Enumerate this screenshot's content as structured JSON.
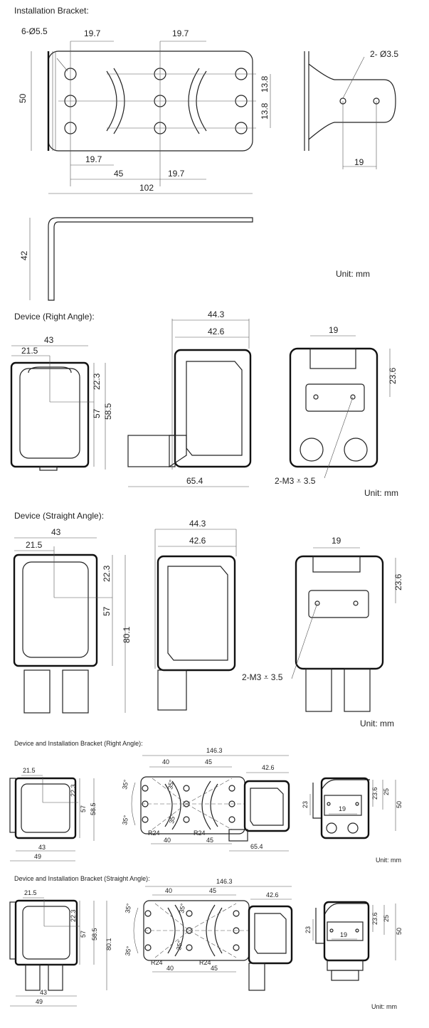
{
  "titles": {
    "installation_bracket": "Installation Bracket:",
    "device_right": "Device (Right Angle):",
    "device_straight": "Device (Straight Angle):",
    "device_bracket_right": "Device and Installation Bracket (Right Angle):",
    "device_bracket_straight": "Device and Installation Bracket (Straight Angle):"
  },
  "unit_label": "Unit: mm",
  "bracket": {
    "holes": "6-Ø5.5",
    "hole_pitch_top": "19.7",
    "hole_pitch_top2": "19.7",
    "height": "50",
    "row_pitch_1": "13.8",
    "row_pitch_2": "13.8",
    "bottom_1": "19.7",
    "bottom_45": "45",
    "bottom_2": "19.7",
    "length": "102",
    "side_holes": "2- Ø3.5",
    "side_19": "19",
    "profile_height": "42"
  },
  "right": {
    "w43": "43",
    "w21_5": "21.5",
    "h22_3": "22.3",
    "h57": "57",
    "h58_5": "58.5",
    "d44_3": "44.3",
    "d42_6": "42.6",
    "d65_4": "65.4",
    "b19": "19",
    "b23_6": "23.6",
    "m3": "2-M3 ⩡ 3.5"
  },
  "straight": {
    "w43": "43",
    "w21_5": "21.5",
    "h22_3": "22.3",
    "h57": "57",
    "h80_1": "80.1",
    "d44_3": "44.3",
    "d42_6": "42.6",
    "b19": "19",
    "b23_6": "23.6",
    "m3": "2-M3 ⩡ 3.5"
  },
  "combo_right": {
    "w21_5": "21.5",
    "h22_3": "22.3",
    "h57": "57",
    "h58_5": "58.5",
    "w43": "43",
    "w49": "49",
    "total": "146.3",
    "t40": "40",
    "t45": "45",
    "t42_6": "42.6",
    "a35a": "35°",
    "a35b": "35°",
    "a35c": "35°",
    "a35d": "35°",
    "r24a": "R24",
    "r24b": "R24",
    "b40": "40",
    "b45": "45",
    "b65_4": "65.4",
    "s23": "23",
    "s19": "19",
    "s23_6": "23.6",
    "s25": "25",
    "s50": "50"
  },
  "combo_straight": {
    "w21_5": "21.5",
    "h22_3": "22.3",
    "h57": "57",
    "h58_5": "58.5",
    "h80_1": "80.1",
    "w43": "43",
    "w49": "49",
    "total": "146.3",
    "t40": "40",
    "t45": "45",
    "t42_6": "42.6",
    "a35a": "35°",
    "a35b": "35°",
    "a35c": "35°",
    "a35d": "35°",
    "r24a": "R24",
    "r24b": "R24",
    "b40": "40",
    "b45": "45",
    "s23": "23",
    "s19": "19",
    "s23_6": "23.6",
    "s25": "25",
    "s50": "50"
  }
}
